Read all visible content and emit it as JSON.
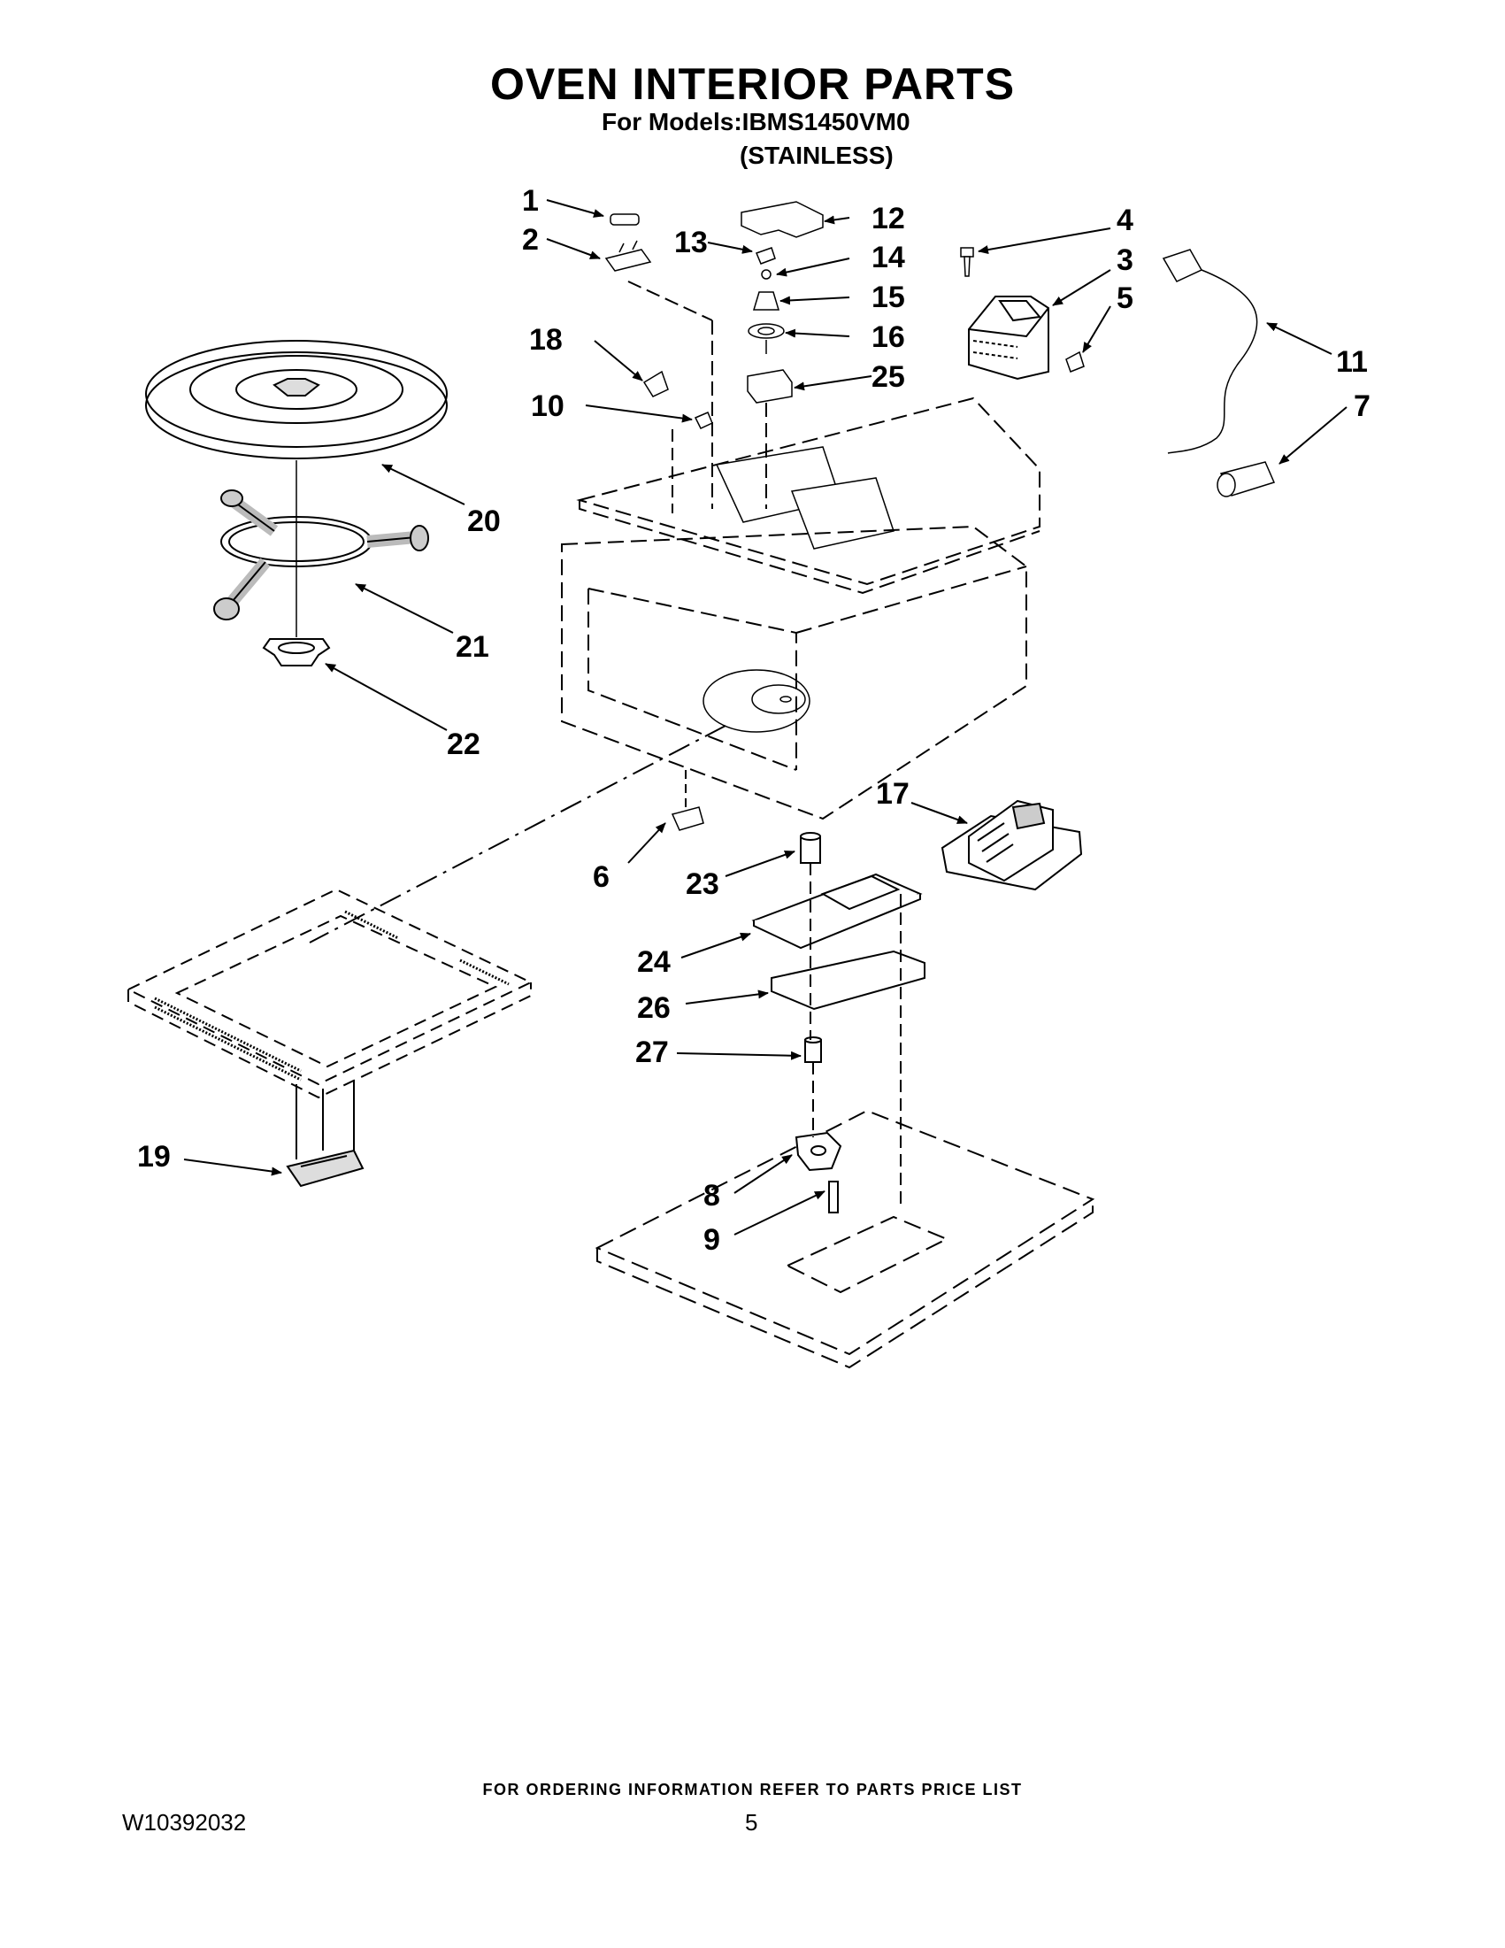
{
  "header": {
    "title": "OVEN INTERIOR PARTS",
    "models": "For Models:IBMS1450VM0",
    "finish": "(STAINLESS)"
  },
  "callouts": [
    "1",
    "2",
    "3",
    "4",
    "5",
    "6",
    "7",
    "8",
    "9",
    "10",
    "11",
    "12",
    "13",
    "14",
    "15",
    "16",
    "17",
    "18",
    "19",
    "20",
    "21",
    "22",
    "23",
    "24",
    "25",
    "26",
    "27"
  ],
  "footer": {
    "note": "FOR ORDERING INFORMATION REFER TO PARTS PRICE LIST",
    "doc_number": "W10392032",
    "page": "5"
  }
}
